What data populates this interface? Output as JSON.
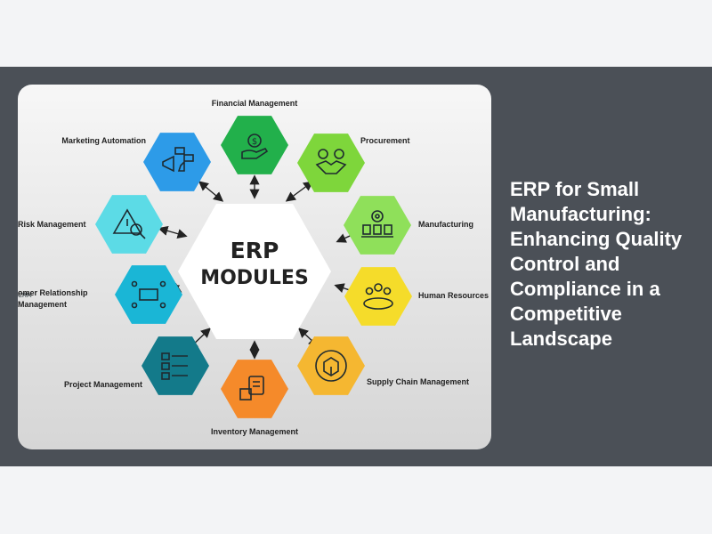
{
  "article": {
    "headline": "ERP for Small Manufacturing: Enhancing Quality Control and Compliance in a Competitive Landscape"
  },
  "diagram": {
    "center_line1": "ERP",
    "center_line2": "MODULES",
    "center_color": "#ffffff",
    "arrow_color": "#222222",
    "modules": [
      {
        "label": "Financial Management",
        "color": "#22b04b",
        "icon": "money-hand-icon"
      },
      {
        "label": "Procurement",
        "color": "#7ed63b",
        "icon": "handshake-icon"
      },
      {
        "label": "Manufacturing",
        "color": "#8fe05a",
        "icon": "factory-gear-icon"
      },
      {
        "label": "Human Resources",
        "color": "#f5dc2a",
        "icon": "team-icon"
      },
      {
        "label": "Supply Chain Management",
        "color": "#f5b731",
        "icon": "package-cycle-icon"
      },
      {
        "label": "Inventory Management",
        "color": "#f58a2a",
        "icon": "clipboard-box-icon"
      },
      {
        "label": "Project Management",
        "color": "#137a8a",
        "icon": "checklist-icon"
      },
      {
        "label": "omer Relationship",
        "label2": "Management",
        "color": "#1ab6d6",
        "icon": "crm-icon"
      },
      {
        "label": "Risk Management",
        "color": "#5cdbe6",
        "icon": "warning-magnifier-icon"
      },
      {
        "label": "Marketing Automation",
        "color": "#2d9be8",
        "icon": "megaphone-icon"
      }
    ]
  }
}
